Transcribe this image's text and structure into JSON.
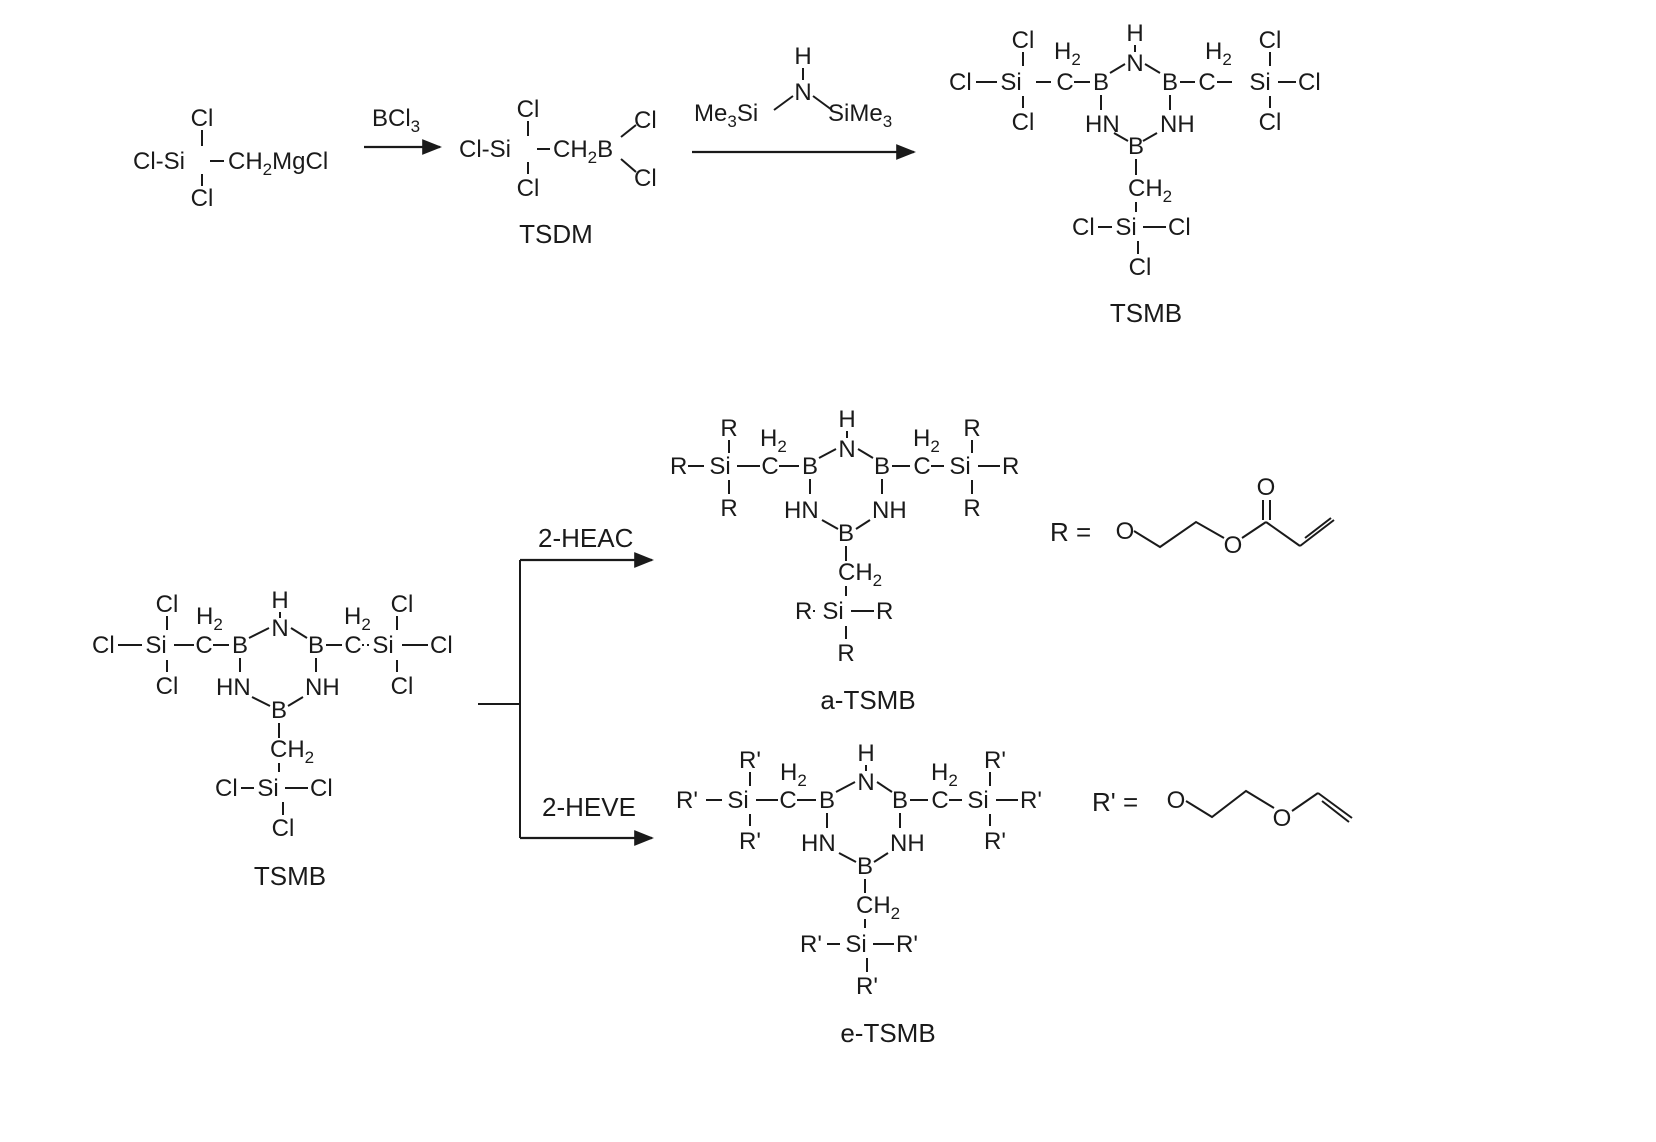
{
  "reaction1": {
    "start": {
      "top": "Cl",
      "left": "Cl-Si",
      "bottom": "Cl",
      "chain": "CH",
      "chain_sub": "2",
      "chain_tail": "MgCl"
    },
    "reagent": "BCl",
    "reagent_sub": "3",
    "intermediate": {
      "top": "Cl",
      "left": "Cl-Si",
      "bottom": "Cl",
      "chain": "CH",
      "chain_sub": "2",
      "boron": "B",
      "cl_upper": "Cl",
      "cl_lower": "Cl",
      "label": "TSDM"
    },
    "hmds": {
      "h": "H",
      "n": "N",
      "left": "Me",
      "left_sub": "3",
      "left_tail": "Si",
      "right": "SiMe",
      "right_sub": "3"
    },
    "product_label": "TSMB"
  },
  "atoms": {
    "cl": "Cl",
    "si": "Si",
    "b": "B",
    "n": "N",
    "h": "H",
    "hn": "HN",
    "nh": "NH",
    "c": "C",
    "h2": "H",
    "two": "2",
    "ch": "CH",
    "r": "R",
    "rp": "R'",
    "o": "O"
  },
  "reaction2": {
    "reactant_label": "TSMB",
    "branch_upper": "2-HEAC",
    "branch_lower": "2-HEVE",
    "product_a": "a-TSMB",
    "product_e": "e-TSMB",
    "r_def": "R =",
    "rp_def": "R' ="
  }
}
